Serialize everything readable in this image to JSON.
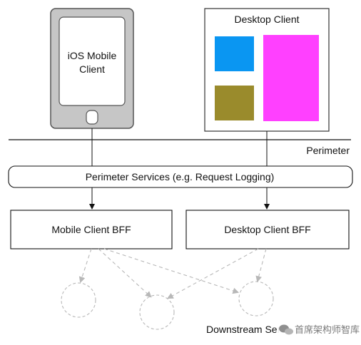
{
  "ios_client": {
    "line1": "iOS Mobile",
    "line2": "Client"
  },
  "desktop_client": {
    "title": "Desktop Client",
    "colors": {
      "blue": "#0a96f2",
      "olive": "#9a8b2c",
      "magenta": "#ff40ff"
    }
  },
  "perimeter": {
    "label": "Perimeter"
  },
  "perimeter_services": {
    "label": "Perimeter Services (e.g. Request Logging)"
  },
  "bff": {
    "mobile": "Mobile Client BFF",
    "desktop": "Desktop Client BFF"
  },
  "downstream": {
    "label": "Downstream Ser"
  },
  "watermark": {
    "text": "首席架构师智库"
  }
}
